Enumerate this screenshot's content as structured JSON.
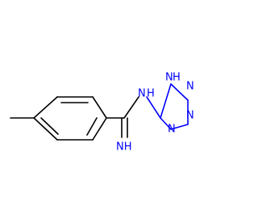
{
  "molecule": {
    "labels": {
      "amine_n": "N",
      "amine_h": "H",
      "imine": "NH",
      "ring_n1": "N",
      "ring_n1_h": "H",
      "ring_n2": "N",
      "ring_n3": "N",
      "ring_n4": "N"
    },
    "colors": {
      "bond": "#000000",
      "nitrogen": "#0000ff",
      "background": "#ffffff"
    }
  }
}
